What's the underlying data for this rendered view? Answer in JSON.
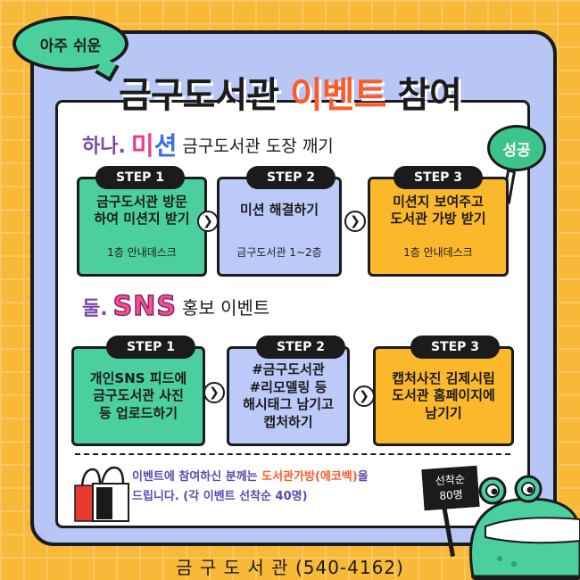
{
  "badge": "아주 쉬운",
  "title": {
    "part1": "금구도서관 ",
    "highlight": "이벤트",
    "part2": " 참여"
  },
  "section1": {
    "num": "하나.",
    "mission_a": "미",
    "mission_b": "션",
    "text": "금구도서관 도장 깨기",
    "success": "성공",
    "steps": [
      {
        "label": "STEP 1",
        "main": "금구도서관 방문\n하여 미션지 받기",
        "sub": "1층 안내데스크"
      },
      {
        "label": "STEP 2",
        "main": "미션 해결하기",
        "sub": "금구도서관 1~2층"
      },
      {
        "label": "STEP 3",
        "main": "미션지 보여주고\n도서관 가방 받기",
        "sub": "1층 안내데스크"
      }
    ]
  },
  "section2": {
    "num": "둘.",
    "sns": "SNS",
    "text": "홍보 이벤트",
    "steps": [
      {
        "label": "STEP 1",
        "main": "개인SNS 피드에\n금구도서관 사진\n등 업로드하기"
      },
      {
        "label": "STEP 2",
        "main": "#금구도서관\n#리모델링 등\n해시태그 남기고\n캡처하기"
      },
      {
        "label": "STEP 3",
        "main": "캡처사진 김제시립\n도서관 홈페이지에\n남기기"
      }
    ]
  },
  "notice": {
    "a": "이벤트에 참여하신 분께는 ",
    "red": "도서관가방(에코백)",
    "b": "을",
    "line2": "드립니다. (각 이벤트 선착순 40명)"
  },
  "sign": {
    "line1": "선착순",
    "line2": "80명"
  },
  "footer": "금 구 도 서 관 (540-4162)",
  "colors": {
    "green": "#4ccf9e",
    "blue": "#bccafa",
    "yellow": "#fbb82a",
    "accent": "#ff5a2a",
    "frame": "#b8c6f5"
  }
}
